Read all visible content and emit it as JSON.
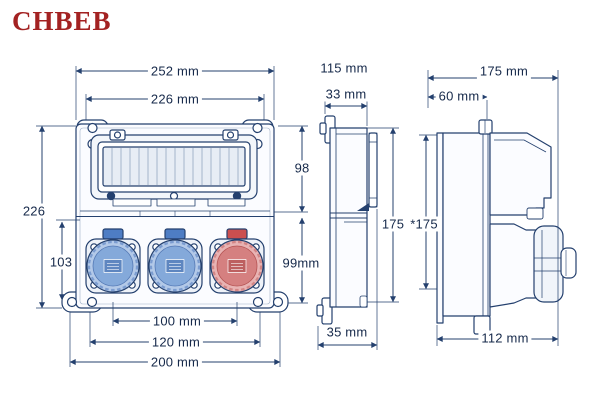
{
  "logo": {
    "text": "CHBEB",
    "color": "#a32222"
  },
  "colors": {
    "line": "#24406e",
    "dim_text": "#16294a",
    "socket_blue": "#84a9da",
    "socket_red": "#d58080",
    "window_fill": "#e7edf5"
  },
  "dimensions": {
    "front_overall_width": "252 mm",
    "front_inner_width": "226 mm",
    "front_overall_height": "226",
    "front_lower_left_height": "103",
    "front_upper_right_height": "98",
    "front_lower_right_height": "99mm",
    "socket_center_span": "100 mm",
    "socket_outer_span": "120 mm",
    "base_width": "200 mm",
    "side_total_depth": "115 mm",
    "side_lid_depth": "33 mm",
    "side_height": "175",
    "side_base_depth": "35 mm",
    "right_total_depth": "175 mm",
    "right_face_offset": "60 mm",
    "right_height": "*175",
    "right_body_depth": "112 mm"
  }
}
